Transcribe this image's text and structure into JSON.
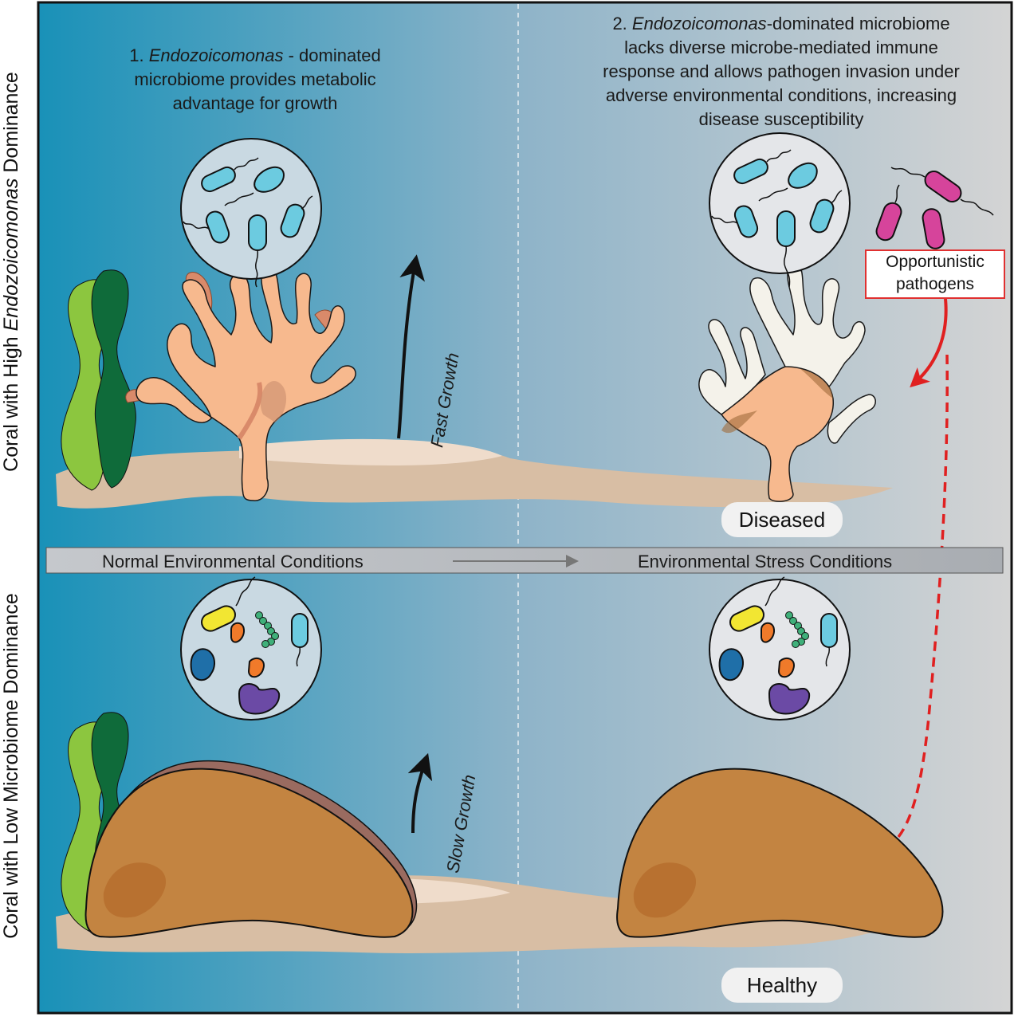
{
  "rows": {
    "top_label_prefix": "Coral with High ",
    "top_label_italic": "Endozoicomonas",
    "top_label_suffix": " Dominance",
    "bottom_label": "Coral with Low Microbiome Dominance"
  },
  "panels": {
    "panel1_num": "1. ",
    "panel1_italic": "Endozoicomonas",
    "panel1_line1_rest": " - dominated",
    "panel1_line2": "microbiome provides metabolic",
    "panel1_line3": "advantage for growth",
    "panel2_num": "2. ",
    "panel2_italic": "Endozoicomonas",
    "panel2_line1_rest": "-dominated microbiome",
    "panel2_line2": "lacks diverse microbe-mediated immune",
    "panel2_line3": "response and allows pathogen invasion under",
    "panel2_line4": "adverse environmental conditions, increasing",
    "panel2_line5": "disease susceptibility"
  },
  "conditions": {
    "normal": "Normal Environmental Conditions",
    "stress": "Environmental Stress Conditions"
  },
  "growth": {
    "fast": "Fast Growth",
    "slow": "Slow Growth"
  },
  "status": {
    "diseased": "Diseased",
    "healthy": "Healthy"
  },
  "pathogens": {
    "line1": "Opportunistic",
    "line2": "pathogens"
  },
  "colors": {
    "ocean_deep": "#1a92b8",
    "ocean_light": "#cfd3d6",
    "sand": "#d9bfa6",
    "branch_coral": "#f7b98e",
    "bleached_coral": "#f4f2ea",
    "massive_coral": "#c38441",
    "endozoicomonas": "#6ccbe0",
    "pathogen": "#d6449b",
    "inhibition": "#e02020",
    "seaweed_light": "#8cc63f",
    "seaweed_dark": "#0f6b3a"
  }
}
